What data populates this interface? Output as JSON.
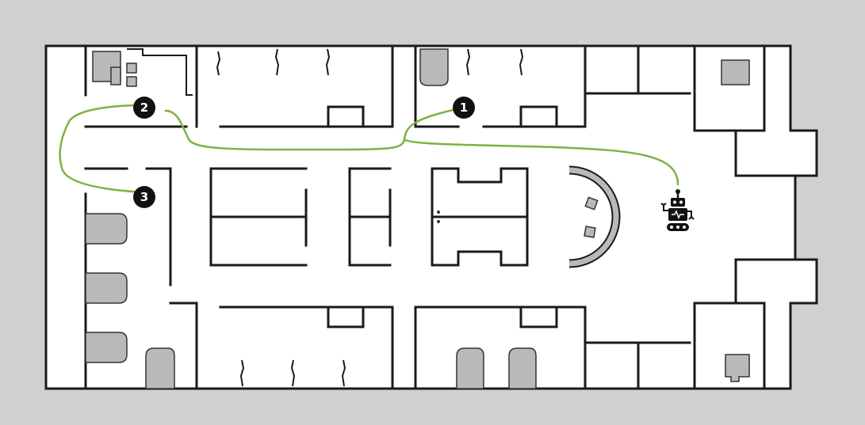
{
  "map": {
    "background_color": "#d0d0d0",
    "floor_color": "#ffffff",
    "wall_color": "#1a1a1a",
    "obstacle_color": "#b9b9b9"
  },
  "route": {
    "color": "#7cb342",
    "waypoints": [
      {
        "label": "1"
      },
      {
        "label": "2"
      },
      {
        "label": "3"
      }
    ]
  },
  "robot": {
    "icon": "robot-icon",
    "color": "#111111"
  }
}
